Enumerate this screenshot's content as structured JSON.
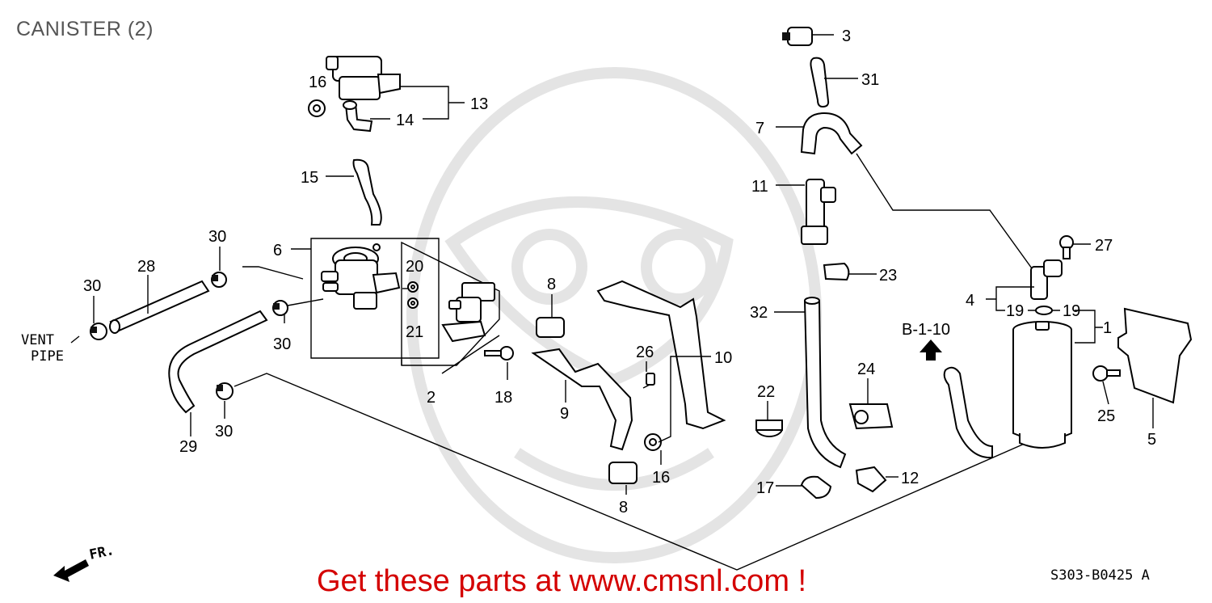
{
  "page": {
    "title": "CANISTER (2)",
    "promo": "Get these parts at www.cmsnl.com !",
    "diagram_code": "S303-B0425 A",
    "vent_pipe_line1": "VENT",
    "vent_pipe_line2": "PIPE",
    "front_label": "FR.",
    "reference": "B-1-10"
  },
  "callouts": [
    "1",
    "2",
    "3",
    "4",
    "5",
    "6",
    "7",
    "8",
    "8",
    "9",
    "10",
    "11",
    "12",
    "13",
    "14",
    "15",
    "16",
    "16",
    "17",
    "18",
    "19",
    "19",
    "20",
    "21",
    "22",
    "23",
    "24",
    "25",
    "26",
    "27",
    "28",
    "29",
    "30",
    "30",
    "30",
    "30",
    "31",
    "32"
  ],
  "colors": {
    "promo": "#d40000",
    "watermark": "#e4e4e4",
    "line": "#000000"
  }
}
